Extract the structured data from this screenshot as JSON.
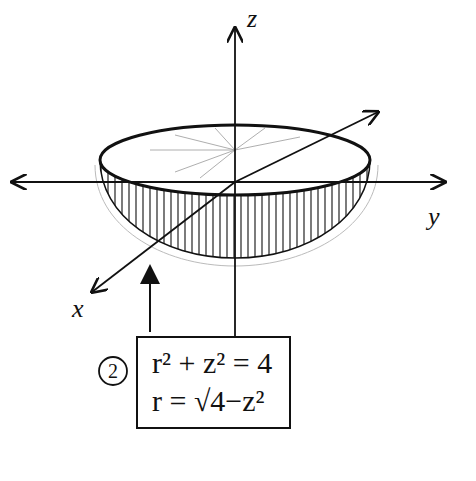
{
  "diagram": {
    "nodes": [
      {
        "text": [
          "r² + z² = 4",
          "r = √4−z²"
        ]
      }
    ],
    "labels": [
      "z",
      "y",
      "x",
      "2"
    ]
  }
}
